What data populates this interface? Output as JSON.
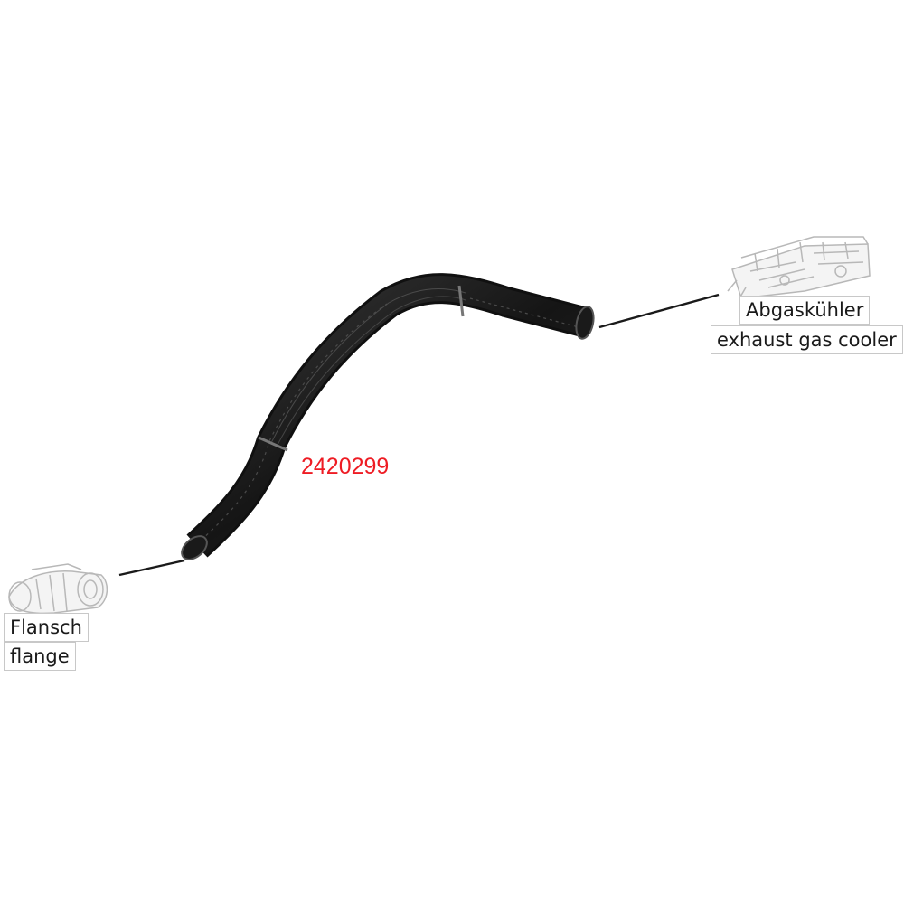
{
  "part_number": "2420299",
  "connections": {
    "exhaust_cooler": {
      "label_de": "Abgaskühler",
      "label_en": "exhaust gas cooler"
    },
    "flange": {
      "label_de": "Flansch",
      "label_en": "flange"
    }
  },
  "colors": {
    "part_number": "#ee1c24",
    "hose": "#1c1c1c",
    "leader_line": "#1a1a1a",
    "component_sketch": "#b8b8b8"
  },
  "icons": {
    "exhaust_cooler": "exhaust-gas-cooler-sketch-icon",
    "flange": "flange-sketch-icon"
  }
}
